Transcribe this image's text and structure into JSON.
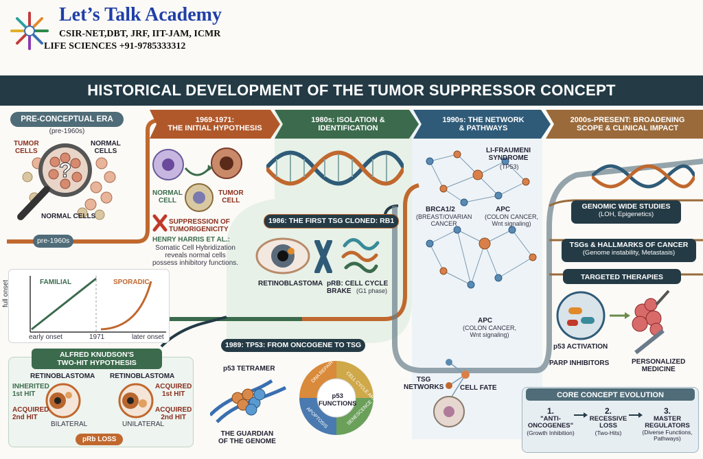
{
  "logo": {
    "title": "Let’s Talk Academy",
    "line1": "CSIR-NET,DBT, JRF, IIT-JAM, ICMR",
    "line2": "LIFE SCIENCES  +91-9785333312"
  },
  "banner_title": "HISTORICAL DEVELOPMENT OF THE TUMOR SUPPRESSOR CONCEPT",
  "eras": [
    {
      "title": "PRE-CONCEPTUAL ERA",
      "sub": "(pre-1960s)"
    },
    {
      "title": "1969-1971:",
      "sub": "THE INITIAL HYPOTHESIS"
    },
    {
      "title": "1980s: ISOLATION &",
      "sub": "IDENTIFICATION"
    },
    {
      "title": "1990s: THE NETWORK",
      "sub": "& PATHWAYS"
    },
    {
      "title": "2000s-PRESENT: BROADENING",
      "sub": "SCOPE & CLINICAL IMPACT"
    }
  ],
  "preconceptual": {
    "tumor_cells": "TUMOR\nCELLS",
    "normal_cells_top": "NORMAL\nCELLS",
    "normal_cells": "NORMAL CELLS",
    "tag": "pre-1960s"
  },
  "hybrid": {
    "normal_cell": "NORMAL\nCELL",
    "tumor_cell": "TUMOR\nCELL",
    "suppression": "SUPPRESSION OF\nTUMORIGENICITY",
    "harris_title": "HENRY HARRIS ET AL.:",
    "harris_text": "Somatic Cell Hybridization\nreveals normal cells\npossess inhibitory functions."
  },
  "chart": {
    "ylabel": "full onset",
    "familial": "FAMILIAL",
    "sporadic": "SPORADIC",
    "x_ticks": [
      "early onset",
      "1971",
      "later onset"
    ]
  },
  "knudson": {
    "title": "ALFRED KNUDSON'S\nTWO-HIT HYPOTHESIS",
    "rb1": "RETINOBLASTOMA",
    "rb2": "RETINOBLASTOMA",
    "inherited": "INHERITED\n1st HIT",
    "acquired1": "ACQUIRED\n2nd HIT",
    "acquired_hit1": "ACQUIRED\n1st HIT",
    "acquired_hit2": "ACQUIRED\n2nd HIT",
    "bilateral": "BILATERAL",
    "unilateral": "UNILATERAL",
    "loss": "pRb LOSS"
  },
  "rb1": {
    "cloned": "1986: THE FIRST TSG CLONED: RB1",
    "retino": "RETINOBLASTOMA",
    "prb": "pRB: CELL CYCLE\nBRAKE",
    "g1": "(G1 phase)"
  },
  "p53": {
    "banner": "1989: TP53: FROM ONCOGENE TO TSG",
    "tetramer": "p53 TETRAMER",
    "guardian": "THE GUARDIAN\nOF THE GENOME",
    "functions_title": "p53\nFUNCTIONS",
    "functions": [
      "DNA REPAIR",
      "CELL CYCLE ARREST",
      "SENESCENCE",
      "APOPTOSIS"
    ]
  },
  "network": {
    "lifraumeni": "LI-FRAUMENI\nSYNDROME",
    "tp53": "(TP53)",
    "brca": "BRCA1/2",
    "brca_sub": "(BREAST/OVARIAN\nCANCER",
    "apc1": "APC",
    "apc1_sub": "(COLON CANCER,\nWnt signaling)",
    "apc2": "APC",
    "apc2_sub": "(COLON CANCER,\nWnt signaling)",
    "tsg_networks": "TSG\nNETWORKS",
    "cell_fate": "CELL FATE"
  },
  "modern": {
    "genomic": "GENOMIC WIDE STUDIES",
    "genomic_sub": "(LOH, Epigenetics)",
    "hallmarks": "TSGs & HALLMARKS OF CANCER",
    "hallmarks_sub": "(Genome instability, Metastasis)",
    "targeted": "TARGETED THERAPIES",
    "p53act": "p53 ACTIVATION",
    "parp": "PARP INHIBITORS",
    "personalized": "PERSONALIZED\nMEDICINE"
  },
  "core": {
    "title": "CORE CONCEPT EVOLUTION",
    "steps": [
      {
        "num": "1.",
        "name": "\"ANTI-\nONCOGENES\"",
        "sub": "(Growth Inhibition)"
      },
      {
        "num": "2.",
        "name": "RECESSIVE\nLOSS",
        "sub": "(Two-Hits)"
      },
      {
        "num": "3.",
        "name": "MASTER\nREGULATORS",
        "sub": "(Diverse Functions,\nPathways)"
      }
    ]
  },
  "colors": {
    "navy": "#243b46",
    "orange": "#c0682e",
    "green": "#3b6b4c",
    "blue": "#2f5b78",
    "tan": "#9a6a3b"
  }
}
